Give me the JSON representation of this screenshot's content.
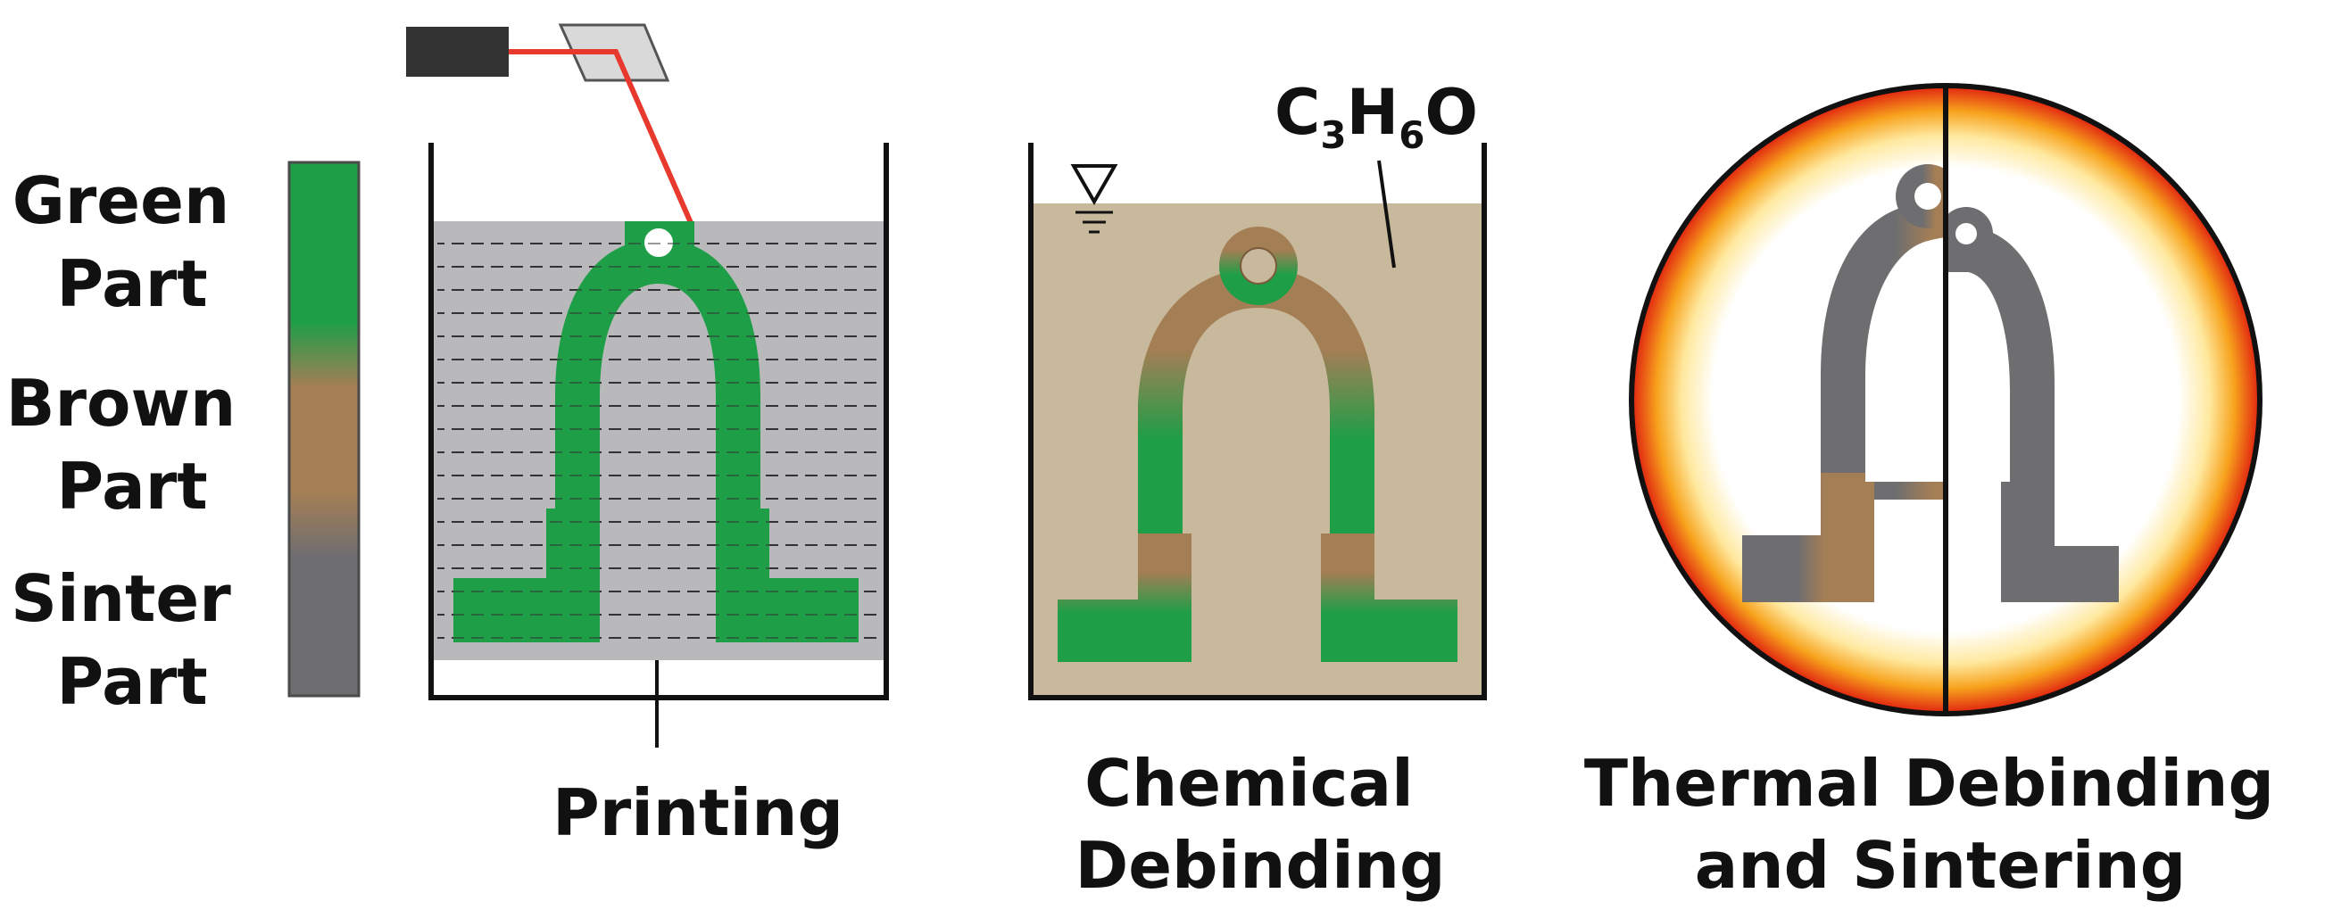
{
  "legend": {
    "green_part": [
      "Green",
      "Part"
    ],
    "brown_part": [
      "Brown",
      "Part"
    ],
    "sinter_part": [
      "Sinter",
      "Part"
    ]
  },
  "stages": {
    "printing": [
      "Printing"
    ],
    "chemical_debinding": [
      "Chemical",
      "Debinding"
    ],
    "thermal_debinding": [
      "Thermal Debinding",
      "and Sintering"
    ]
  },
  "solvent_formula": {
    "c": "C",
    "c_sub": "3",
    "h": "H",
    "h_sub": "6",
    "o": "O"
  },
  "colors": {
    "green": "#1e9e47",
    "brown": "#a47e55",
    "gray": "#6e6e70",
    "resin": "#b9b9bb",
    "solvent": "#c8b89c",
    "laser": "#e8392e",
    "laser_source": "#333333",
    "furnace_outer": "#e02010",
    "furnace_mid": "#f7a21c",
    "furnace_inner": "#ffffff"
  }
}
